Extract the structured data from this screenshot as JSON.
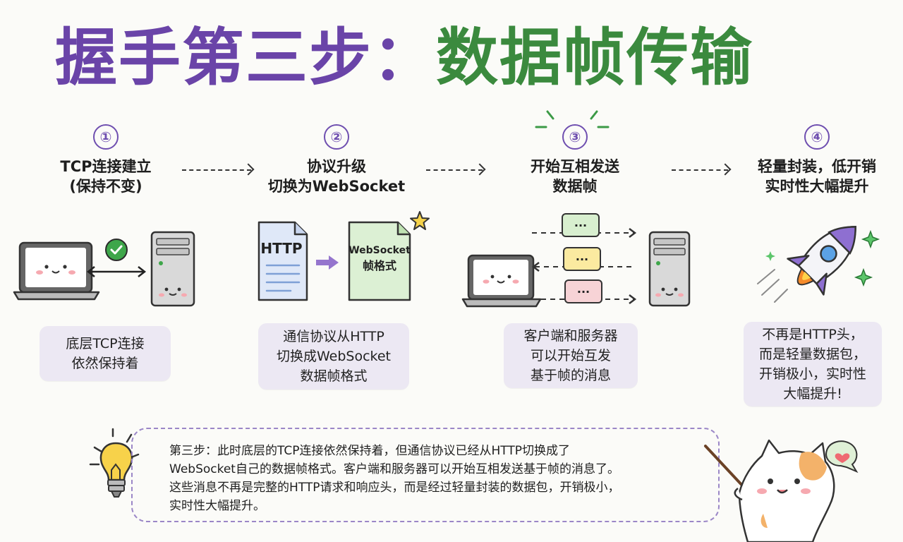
{
  "title": {
    "part1": "握手第三步：",
    "part2": "数据帧传输"
  },
  "steps": [
    {
      "number": "①",
      "title_lines": [
        "TCP连接建立",
        "(保持不变)"
      ],
      "note_lines": [
        "底层TCP连接",
        "依然保持着"
      ]
    },
    {
      "number": "②",
      "title_lines": [
        "协议升级",
        "切换为WebSocket"
      ],
      "note_lines": [
        "通信协议从HTTP",
        "切换成WebSocket",
        "数据帧格式"
      ]
    },
    {
      "number": "③",
      "title_lines": [
        "开始互相发送",
        "数据帧"
      ],
      "note_lines": [
        "客户端和服务器",
        "可以开始互发",
        "基于帧的消息"
      ]
    },
    {
      "number": "④",
      "title_lines": [
        "轻量封装，低开销",
        "实时性大幅提升"
      ],
      "note_lines": [
        "不再是HTTP头，",
        "而是轻量数据包，",
        "开销极小，实时性",
        "大幅提升!"
      ]
    }
  ],
  "labels": {
    "http_doc": "HTTP",
    "ws_doc_line1": "WebSocket",
    "ws_doc_line2": "帧格式",
    "frame_dots": "..."
  },
  "summary_lines": [
    "第三步：此时底层的TCP连接依然保持着，但通信协议已经从HTTP切换成了",
    "WebSocket自己的数据帧格式。客户端和服务器可以开始互相发送基于帧的消息了。",
    "这些消息不再是完整的HTTP请求和响应头，而是经过轻量封装的数据包，开销极小，",
    "实时性大幅提升。"
  ],
  "colors": {
    "title_purple": "#6a44a8",
    "title_green": "#3b8a3e",
    "note_bg": "#ece8f3",
    "frame_green": "#d8efcf",
    "frame_yellow": "#fbeaa0",
    "frame_pink": "#f7d3d6"
  }
}
